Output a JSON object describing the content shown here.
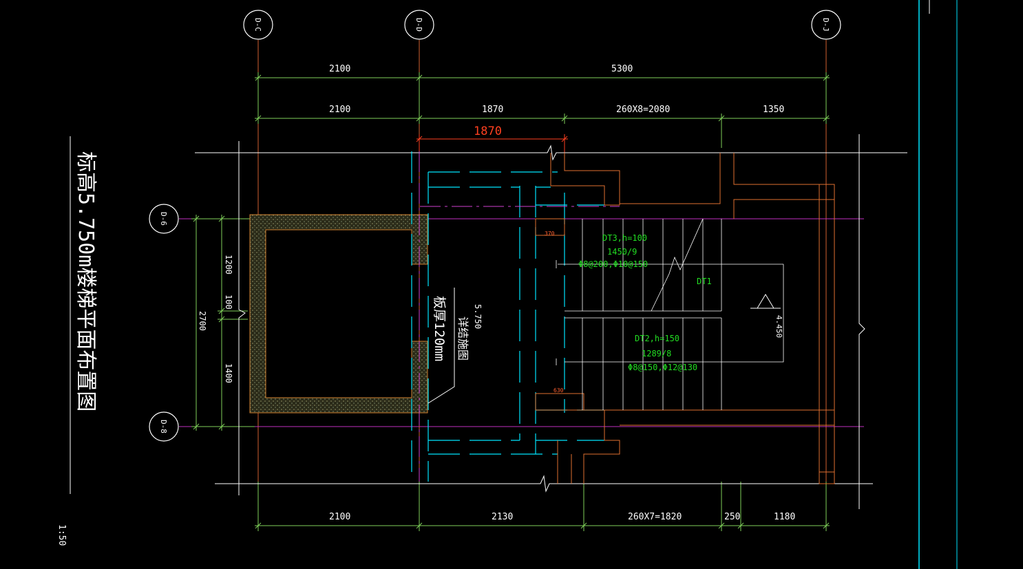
{
  "title": "标高5.750m楼梯平面布置图",
  "scale": "1:50",
  "axes": {
    "top": [
      "D-C",
      "D-D",
      "D-J"
    ],
    "left": [
      "D-6",
      "D-8"
    ]
  },
  "dims_top_row1": [
    "2100",
    "5300"
  ],
  "dims_top_row2": [
    "2100",
    "1870",
    "260X8=2080",
    "1350"
  ],
  "dim_red": "1870",
  "dims_bottom": [
    "2100",
    "2130",
    "260X7=1820",
    "250",
    "1180"
  ],
  "dims_left_outer": "2700",
  "dims_left_inner": [
    "1200",
    "100",
    "1400"
  ],
  "small_dims": [
    "370",
    "630"
  ],
  "slab_note_line1": "5.750",
  "slab_note_line2": "板厚120mm",
  "slab_note_line3": "详结施图",
  "stair_dt3": [
    "DT3,h=100",
    "1450/9",
    "Φ8@200,Φ10@150"
  ],
  "stair_dt1": "DT1",
  "stair_dt2": [
    "DT2,h=150",
    "1289/8",
    "Φ8@150,Φ12@130"
  ],
  "level_mark": "4.450"
}
